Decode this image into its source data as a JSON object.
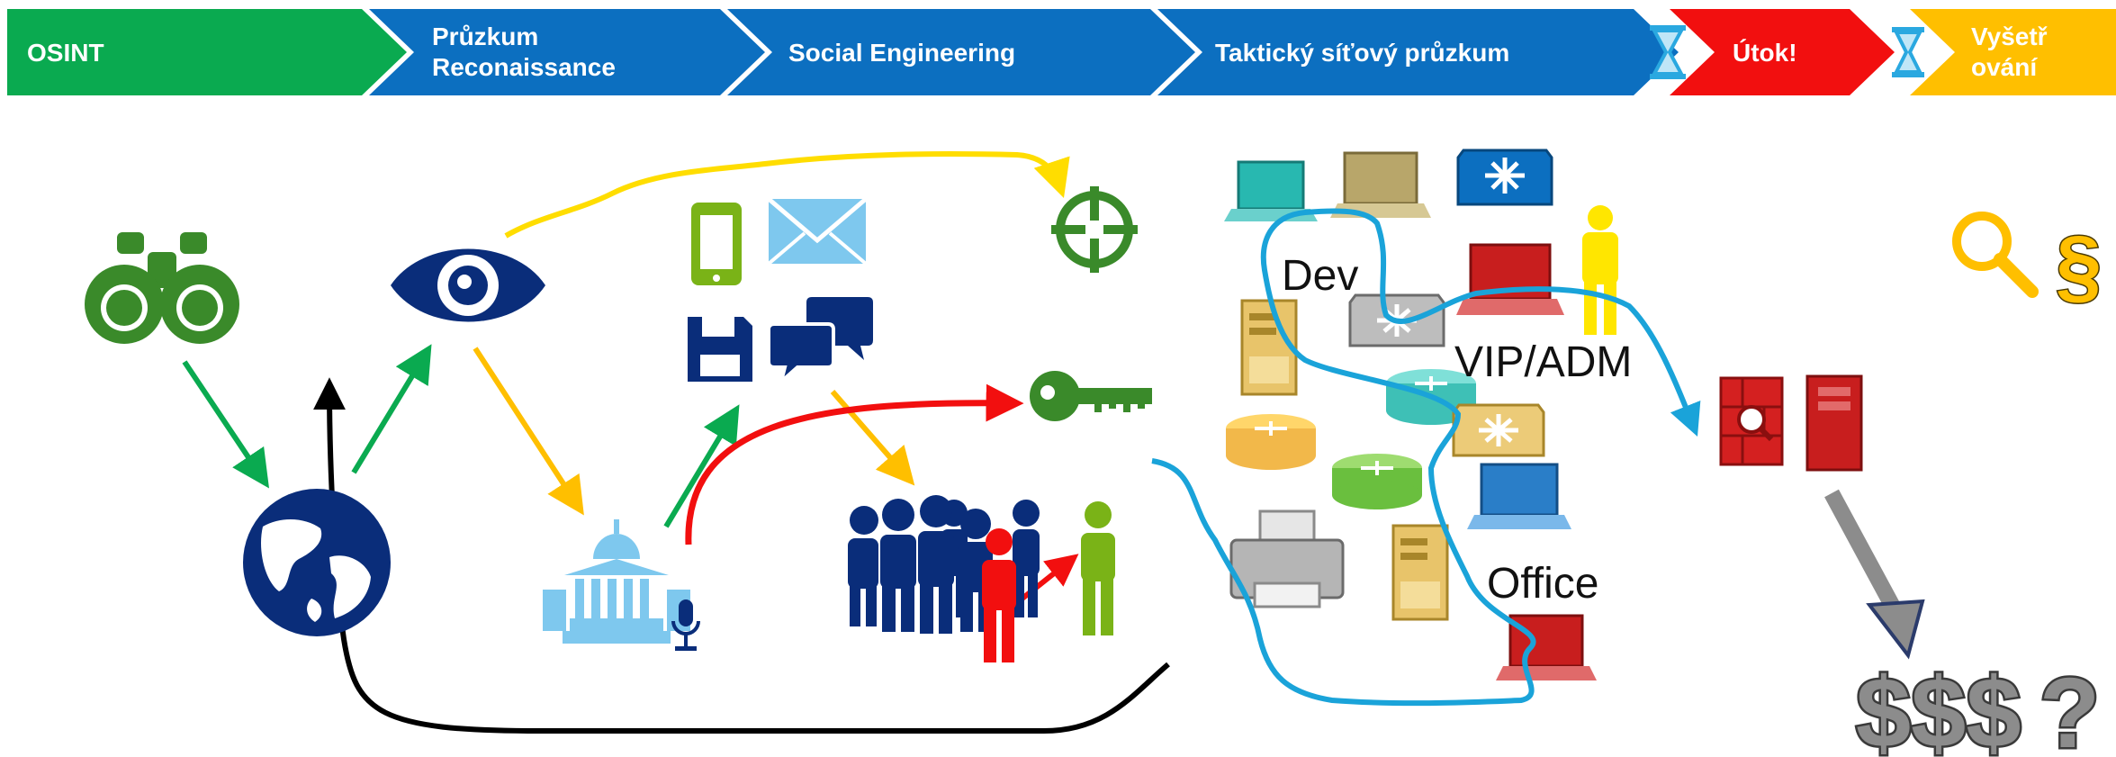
{
  "phases": [
    {
      "label": "OSINT",
      "color": "#0aaa50"
    },
    {
      "label_lines": [
        "Průzkum",
        "Reconaissance"
      ],
      "color": "#0c6fc0"
    },
    {
      "label": "Social Engineering",
      "color": "#0c6fc0"
    },
    {
      "label": "Taktický síťový průzkum",
      "color": "#0c6fc0"
    },
    {
      "label": "Útok!",
      "color": "#f20f0f"
    },
    {
      "label_lines": [
        "Vyšetř",
        "ování"
      ],
      "color": "#ffbf00"
    }
  ],
  "network": {
    "labels": {
      "dev": "Dev",
      "vip": "VIP/ADM",
      "office": "Office"
    }
  },
  "outcome": {
    "money": "$$$",
    "question": "?",
    "paragraph": "§"
  },
  "colors": {
    "green": "#0aaa50",
    "dark_green": "#3a8a2a",
    "navy": "#0a2d7a",
    "yellow": "#ffdd00",
    "orange": "#ffbf00",
    "red": "#f20f0f",
    "cyan": "#1aa3d9",
    "gray": "#8c8c8c"
  },
  "icons": [
    "binoculars-icon",
    "globe-icon",
    "eye-icon",
    "government-building-icon",
    "microphone-icon",
    "smartphone-icon",
    "envelope-icon",
    "floppy-disk-icon",
    "chat-bubbles-icon",
    "crosshair-icon",
    "key-icon",
    "people-group-icon",
    "laptop-icon",
    "switch-icon",
    "server-icon",
    "router-icon",
    "printer-icon",
    "person-icon",
    "firewall-icon",
    "magnifier-icon",
    "hourglass-icon"
  ]
}
